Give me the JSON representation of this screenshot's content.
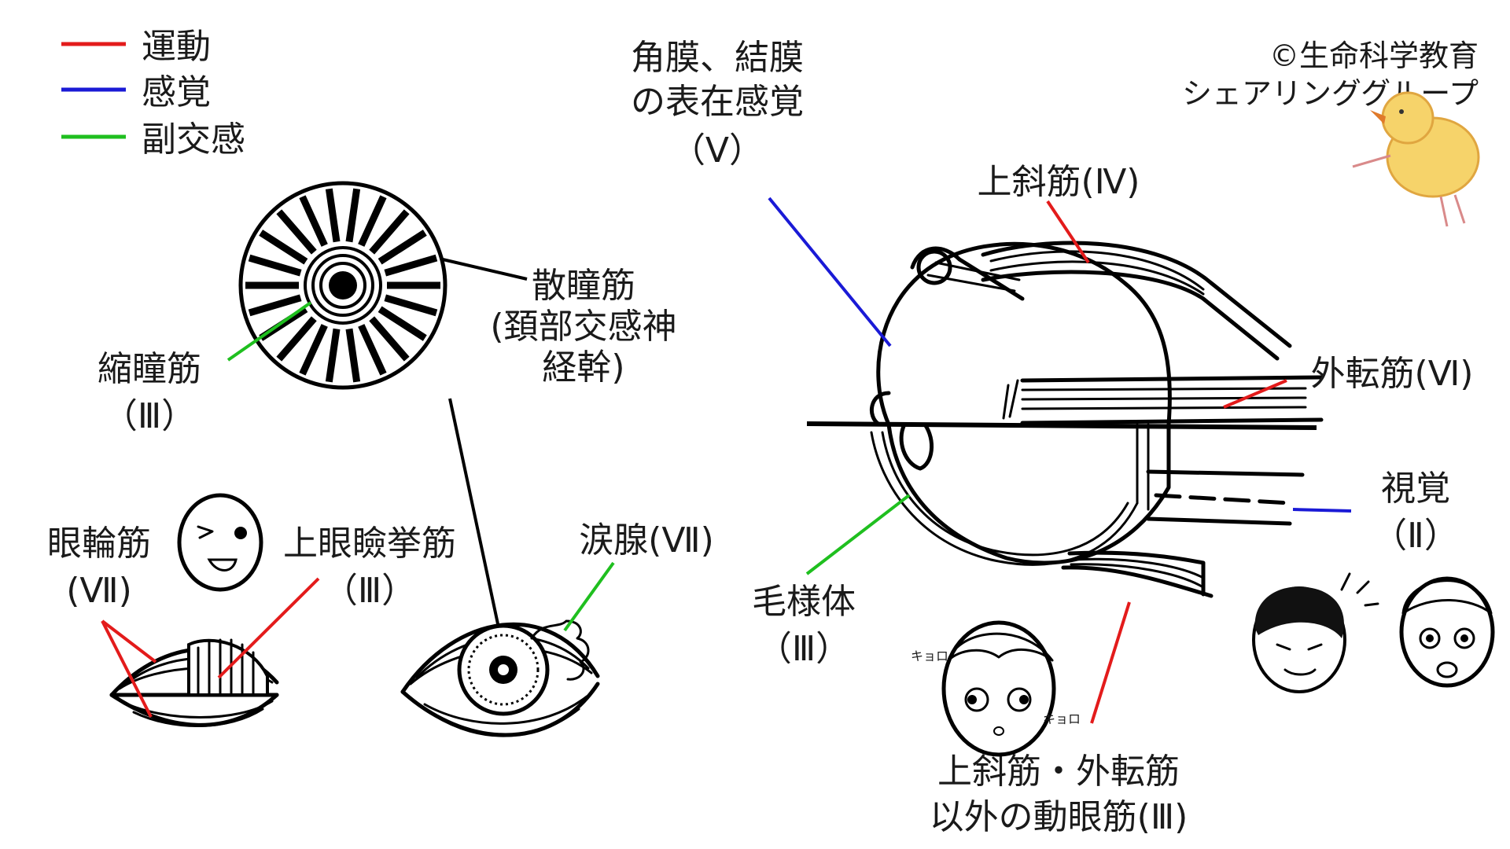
{
  "legend": [
    {
      "label": "運動",
      "color": "#e31b1b"
    },
    {
      "label": "感覚",
      "color": "#1a1ad6"
    },
    {
      "label": "副交感",
      "color": "#1fbf1f"
    }
  ],
  "credit": {
    "line1": "©生命科学教育",
    "line2": "シェアリンググループ"
  },
  "labels": {
    "cornea": {
      "l1": "角膜、結膜",
      "l2": "の表在感覚",
      "l3": "（Ⅴ）"
    },
    "superior_oblique": "上斜筋(Ⅳ)",
    "lateral_rectus": "外転筋(Ⅵ)",
    "vision": {
      "l1": "視覚",
      "l2": "（Ⅱ）"
    },
    "ciliary": {
      "l1": "毛様体",
      "l2": "（Ⅲ）"
    },
    "other_muscles": {
      "l1": "上斜筋・外転筋",
      "l2": "以外の動眼筋(Ⅲ)"
    },
    "dilator": {
      "l1": "散瞳筋",
      "l2": "(頚部交感神",
      "l3": "経幹)"
    },
    "sphincter": {
      "l1": "縮瞳筋",
      "l2": "（Ⅲ）"
    },
    "orbicularis": {
      "l1": "眼輪筋",
      "l2": "(Ⅶ)"
    },
    "levator": {
      "l1": "上眼瞼挙筋",
      "l2": "（Ⅲ）"
    },
    "lacrimal": "涙腺(Ⅶ)"
  },
  "icons": [
    "face-wink-icon",
    "face-look-around-icon",
    "face-shocked-pair-icon",
    "chick-icon"
  ],
  "face_text": {
    "kyoro": "キョロ"
  }
}
